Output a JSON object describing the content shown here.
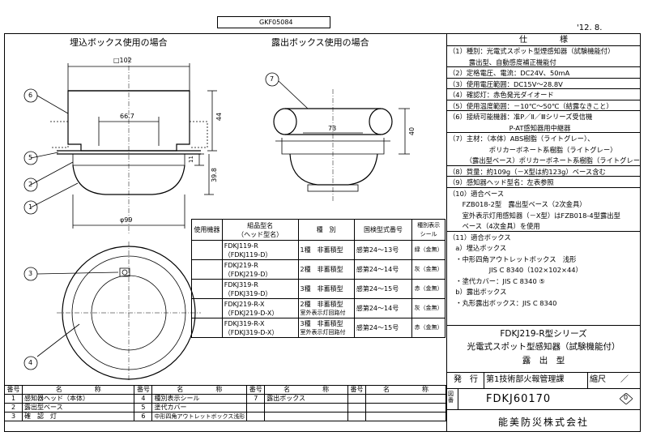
{
  "header": {
    "doc_code": "GKF05084",
    "date": "'12. 8."
  },
  "views": {
    "left_title": "埋込ボックス使用の場合",
    "right_title": "露出ボックス使用の場合",
    "dim_102": "□102",
    "dim_667": "66.7",
    "dim_44": "44",
    "dim_11": "11",
    "dim_398": "39.8",
    "dim_99": "φ99",
    "dim_73": "73",
    "dim_40": "40",
    "callouts": [
      "1",
      "2",
      "3",
      "4",
      "5",
      "6",
      "7"
    ]
  },
  "spec": {
    "title": "仕　　　　様",
    "lines": [
      "（1）種別：光電式スポット型煙感知器（試験機能付）",
      "　　　露出型、自動感度補正機能付",
      "（2）定格電圧、電流：DC24V、50mA",
      "（3）使用電圧範囲：DC15V～28.8V",
      "（4）確認灯：赤色発光ダイオード",
      "（5）使用温度範囲：－10℃～50℃（結露なきこと）",
      "（6）接続可能機器：准P／Ⅱ／Ⅲシリーズ受信機",
      "　　　　　　　　　P-AT感知器用中継器",
      "（7）主材：（本体）ABS樹脂（ライトグレー）、",
      "　　　　　　ポリカーボネート系樹脂（ライトグレー）",
      "　　　（露出型ベース）ポリカーボネート系樹脂（ライトグレー）",
      "（8）質量：約109g（－X型は約123g）ベース含む",
      "（9）感知器ヘッド型名：左表参照",
      "（10）適合ベース",
      "　　FZB018-2型　露出型ベース（2次金具）",
      "　　室外表示灯用感知器（－X型）はFZB018-4型露出型",
      "　　ベース（4次金具）を使用",
      "（11）適合ボックス",
      "　a）埋込ボックス",
      "　・中形四角アウトレットボックス　浅形",
      "　　　　　　JIS C 8340（102×102×44）",
      "　・塗代カバー：JIS C 8340 ⑤",
      "　b）露出ボックス",
      "　・丸形露出ボックス：JIS C 8340"
    ]
  },
  "title_block": {
    "line1": "FDKJ219-R型シリーズ",
    "line2": "光電式スポット型感知器（試験機能付）",
    "line3": "露　出　型",
    "issue_label": "発　行",
    "department": "第1技術部火報管理課",
    "scale_label": "縮尺",
    "scale_value": "／",
    "drawing_no_label": "図番",
    "drawing_no": "FDKJ60170",
    "revision": "0",
    "company": "能美防災株式会社"
  },
  "parts_table": {
    "headers": [
      "使用機器",
      "組品型名\n（ヘッド型名）",
      "種　別",
      "国検型式番号",
      "種別表示\nシール"
    ],
    "rows": [
      {
        "model": "FDKJ119-R",
        "head": "（FDKJ119-D）",
        "kind": "1種　非蓄積型",
        "kind2": "",
        "cert": "感第24～13号",
        "seal": "緑（金無）"
      },
      {
        "model": "FDKJ219-R",
        "head": "（FDKJ219-D）",
        "kind": "2種　非蓄積型",
        "kind2": "",
        "cert": "感第24～14号",
        "seal": "灰（金無）"
      },
      {
        "model": "FDKJ319-R",
        "head": "（FDKJ319-D）",
        "kind": "3種　非蓄積型",
        "kind2": "",
        "cert": "感第24～15号",
        "seal": "赤（金無）"
      },
      {
        "model": "FDKJ219-R-X",
        "head": "（FDKJ219-D-X）",
        "kind": "2種　非蓄積型",
        "kind2": "室外表示灯回路付",
        "cert": "感第24～14号",
        "seal": "灰（金無）"
      },
      {
        "model": "FDKJ319-R-X",
        "head": "（FDKJ319-D-X）",
        "kind": "3種　非蓄積型",
        "kind2": "室外表示灯回路付",
        "cert": "感第24～15号",
        "seal": "赤（金無）"
      }
    ]
  },
  "bom": {
    "header_no": "番号",
    "header_name": "名　　　　　称",
    "items": [
      {
        "no": "1",
        "name": "感知器ヘッド（本体）"
      },
      {
        "no": "2",
        "name": "露出型ベース"
      },
      {
        "no": "3",
        "name": "確　認　灯"
      },
      {
        "no": "4",
        "name": "種別表示シール"
      },
      {
        "no": "5",
        "name": "塗代カバー"
      },
      {
        "no": "6",
        "name": "中形四角アウトレットボックス浅形"
      },
      {
        "no": "7",
        "name": "露出ボックス"
      }
    ]
  }
}
